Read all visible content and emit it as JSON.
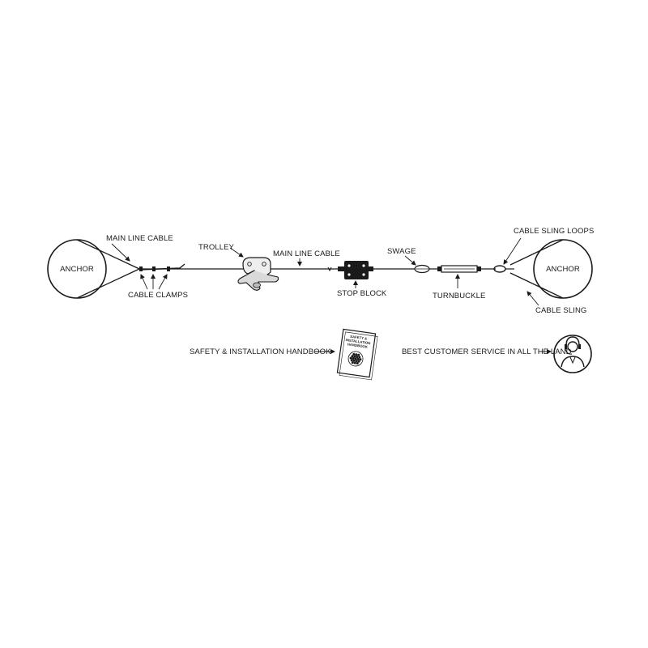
{
  "labels": {
    "anchor_left": "ANCHOR",
    "anchor_right": "ANCHOR",
    "main_line_cable_left": "MAIN LINE CABLE",
    "main_line_cable_mid": "MAIN LINE CABLE",
    "cable_clamps": "CABLE CLAMPS",
    "trolley": "TROLLEY",
    "stop_block": "STOP BLOCK",
    "swage": "SWAGE",
    "turnbuckle": "TURNBUCKLE",
    "cable_sling_loops": "CABLE SLING LOOPS",
    "cable_sling": "CABLE SLING",
    "handbook": "SAFETY & INSTALLATION HANDBOOK",
    "customer_service": "BEST CUSTOMER SERVICE IN ALL THE LAND"
  },
  "handbook_cover": {
    "line1": "SAFETY &",
    "line2": "INSTALLATION",
    "line3": "HANDBOOK"
  },
  "colors": {
    "line": "#1a1a1a",
    "background": "#ffffff"
  }
}
